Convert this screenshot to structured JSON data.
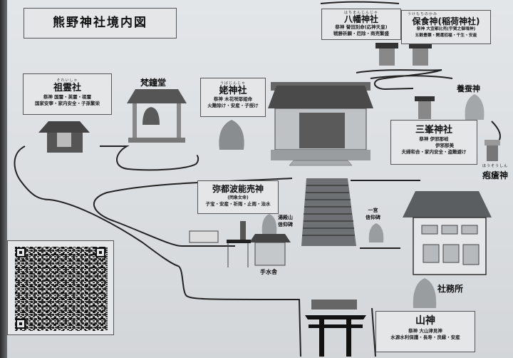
{
  "title": "熊野神社境内図",
  "shrines": {
    "hachiman": {
      "ruby": "はちまんじんじゃ",
      "name": "八幡神社",
      "lines": [
        "祭神 誉田別命(応神天皇)",
        "戦勝祈願・厄除・商売繁盛"
      ]
    },
    "ukemochi": {
      "ruby": "うけもちのかみ",
      "name": "保食神(稲荷神社)",
      "lines": [
        "祭神 大宜都比売(宇賀之御魂神)",
        "五穀豊穣・開運招福・千生・安産"
      ]
    },
    "soreisha": {
      "ruby": "それいしゃ",
      "name": "祖霊社",
      "lines": [
        "祭神 国霊・英霊・祖霊",
        "国家安寧・家内安全・子孫繁栄"
      ]
    },
    "ubagami": {
      "ruby": "うばじんじゃ",
      "name": "姥神社",
      "lines": [
        "祭神 木花咲耶姫命",
        "火難除け・安産・子授け"
      ]
    },
    "mitsumine": {
      "name": "三峯神社",
      "lines": [
        "祭神 伊邪那岐",
        "伊邪那美",
        "夫婦和合・家内安全・盗難避け"
      ]
    },
    "mizuhanome": {
      "name": "弥都波能売神",
      "lines": [
        "(罔象女命)",
        "子宝・安産・祈雨・止雨・治水"
      ]
    },
    "yamanokami": {
      "name": "山神",
      "lines": [
        "祭神 大山津見神",
        "水源水利保護・長寿・良縁・安産"
      ]
    }
  },
  "labels": {
    "shoro": "梵鐘堂",
    "kaiko": "養蚕神",
    "hoso_ruby": "ほうそうしん",
    "hoso": "疱瘡神",
    "yudono": [
      "湯殿山",
      "信仰碑"
    ],
    "ichinomiya": [
      "一宮",
      "信仰碑"
    ],
    "temizuya": "手水舎",
    "shamusho": "社務所"
  },
  "qr": {
    "alt": "qr-code"
  }
}
